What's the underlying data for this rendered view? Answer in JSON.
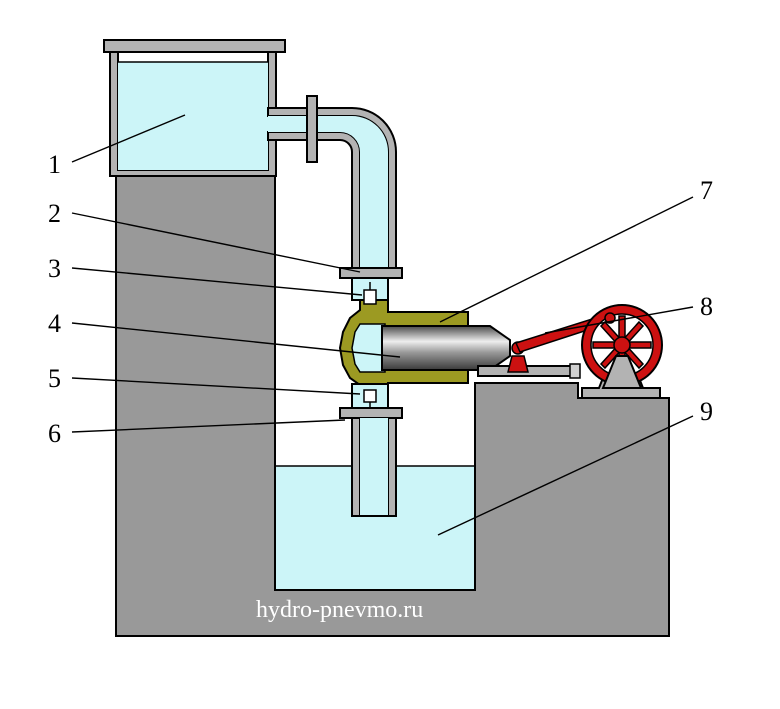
{
  "colors": {
    "ground": "#999999",
    "water": "#ccf5f8",
    "casing": "#9c9a22",
    "pipe_wall": "#b3b3b3",
    "plunger_dark": "#5a5a5a",
    "plunger_light": "#e6e6e6",
    "crank_red": "#cc1111",
    "outline": "#000000",
    "watermark": "#ffffff"
  },
  "callouts": [
    {
      "id": "1",
      "label": "1",
      "part": "upper-tank"
    },
    {
      "id": "2",
      "label": "2",
      "part": "pipe-flange-upper"
    },
    {
      "id": "3",
      "label": "3",
      "part": "discharge-valve"
    },
    {
      "id": "4",
      "label": "4",
      "part": "plunger"
    },
    {
      "id": "5",
      "label": "5",
      "part": "suction-valve"
    },
    {
      "id": "6",
      "label": "6",
      "part": "pipe-flange-lower"
    },
    {
      "id": "7",
      "label": "7",
      "part": "pump-casing"
    },
    {
      "id": "8",
      "label": "8",
      "part": "connecting-rod"
    },
    {
      "id": "9",
      "label": "9",
      "part": "lower-reservoir"
    }
  ],
  "watermark": "hydro-pnevmo.ru"
}
